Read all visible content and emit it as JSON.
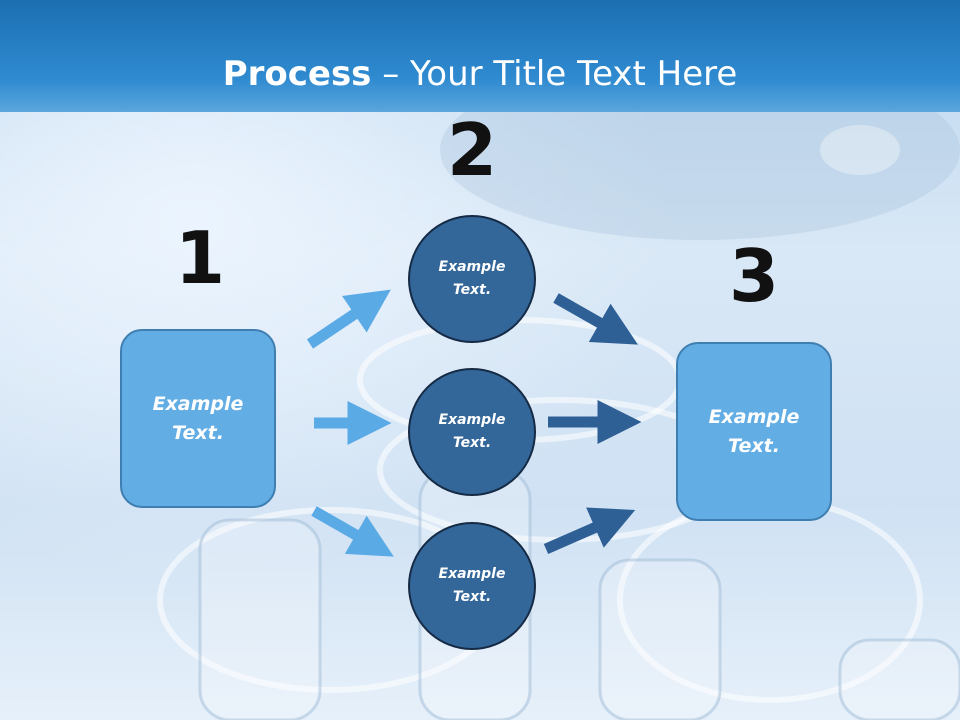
{
  "slide": {
    "title_bold": "Process",
    "title_rest": " – Your Title Text Here"
  },
  "steps": {
    "one": {
      "number": "1",
      "text": "Example\nText."
    },
    "two": {
      "number": "2"
    },
    "three": {
      "number": "3",
      "text": "Example\nText."
    }
  },
  "circles": [
    {
      "text": "Example\nText."
    },
    {
      "text": "Example\nText."
    },
    {
      "text": "Example\nText."
    }
  ],
  "colors": {
    "header": "#2f8ad0",
    "box_fill": "#63ade5",
    "circle_fill": "#336699",
    "arrow_light": "#5aaae6",
    "arrow_dark": "#2e5f95"
  }
}
